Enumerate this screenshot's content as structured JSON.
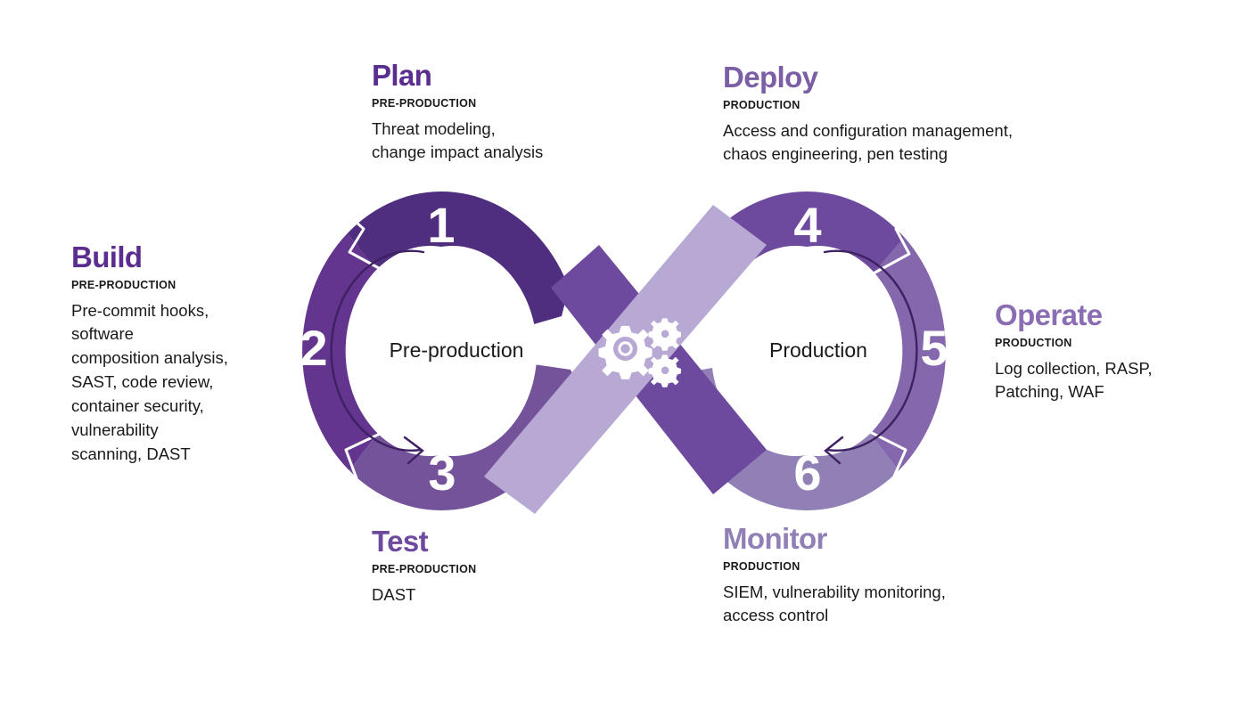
{
  "diagram": {
    "type": "devsecops-infinity-loop",
    "colors": {
      "segment_1": "#4F2D7F",
      "segment_2": "#63358F",
      "segment_3": "#75539B",
      "segment_4": "#6E4A9E",
      "segment_5": "#8467AC",
      "segment_6": "#9080B5",
      "crossband_light": "#B8A8D4",
      "heading_dark": "#5B2D8E",
      "heading_light": "#7C5EA6",
      "heading_lighter": "#9080B5",
      "text": "#1a1a1a",
      "arrow": "#3E2162",
      "background": "#FFFFFF"
    },
    "center_labels": {
      "left": "Pre-production",
      "right": "Production"
    },
    "center_icon": "gears-icon",
    "segments": [
      {
        "number": "1",
        "phase": "Plan",
        "color": "#4F2D7F"
      },
      {
        "number": "2",
        "phase": "Build",
        "color": "#63358F"
      },
      {
        "number": "3",
        "phase": "Test",
        "color": "#75539B"
      },
      {
        "number": "4",
        "phase": "Deploy",
        "color": "#6E4A9E"
      },
      {
        "number": "5",
        "phase": "Operate",
        "color": "#8467AC"
      },
      {
        "number": "6",
        "phase": "Monitor",
        "color": "#9080B5"
      }
    ]
  },
  "callouts": {
    "plan": {
      "title": "Plan",
      "stage": "PRE-PRODUCTION",
      "desc": "Threat modeling,\nchange impact analysis"
    },
    "deploy": {
      "title": "Deploy",
      "stage": "PRODUCTION",
      "desc": "Access and configuration management,\nchaos engineering, pen testing"
    },
    "build": {
      "title": "Build",
      "stage": "PRE-PRODUCTION",
      "desc": "Pre-commit hooks,\nsoftware\ncomposition analysis,\nSAST, code review,\ncontainer security,\nvulnerability\nscanning, DAST"
    },
    "operate": {
      "title": "Operate",
      "stage": "PRODUCTION",
      "desc": "Log collection, RASP,\nPatching, WAF"
    },
    "test": {
      "title": "Test",
      "stage": "PRE-PRODUCTION",
      "desc": "DAST"
    },
    "monitor": {
      "title": "Monitor",
      "stage": "PRODUCTION",
      "desc": "SIEM, vulnerability monitoring,\naccess control"
    }
  }
}
